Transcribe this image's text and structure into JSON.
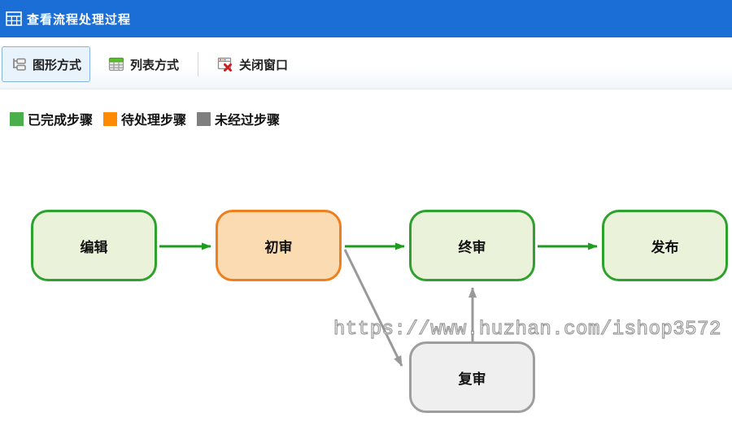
{
  "window": {
    "title": "查看流程处理过程"
  },
  "toolbar": {
    "buttons": [
      {
        "label": "图形方式",
        "icon": "graphic-view-icon",
        "active": true
      },
      {
        "label": "列表方式",
        "icon": "list-view-icon",
        "active": false
      },
      {
        "label": "关闭窗口",
        "icon": "close-window-icon",
        "active": false
      }
    ]
  },
  "legend": {
    "items": [
      {
        "label": "已完成步骤",
        "color": "#4bae4c"
      },
      {
        "label": "待处理步骤",
        "color": "#ff8a00"
      },
      {
        "label": "未经过步骤",
        "color": "#7f7f7f"
      }
    ]
  },
  "flowchart": {
    "nodes": [
      {
        "id": "edit",
        "label": "编辑",
        "status": "completed"
      },
      {
        "id": "first-review",
        "label": "初审",
        "status": "pending"
      },
      {
        "id": "final-review",
        "label": "终审",
        "status": "completed"
      },
      {
        "id": "publish",
        "label": "发布",
        "status": "completed"
      },
      {
        "id": "re-review",
        "label": "复审",
        "status": "not-passed"
      }
    ],
    "edges": [
      {
        "from": "edit",
        "to": "first-review",
        "color": "green"
      },
      {
        "from": "first-review",
        "to": "final-review",
        "color": "green"
      },
      {
        "from": "final-review",
        "to": "publish",
        "color": "green"
      },
      {
        "from": "first-review",
        "to": "re-review",
        "color": "gray"
      },
      {
        "from": "re-review",
        "to": "final-review",
        "color": "gray"
      }
    ],
    "colors": {
      "completed_fill": "#eaf2da",
      "completed_border": "#2fa12f",
      "pending_fill": "#fbdcb2",
      "pending_border": "#ee7e1e",
      "not_passed_fill": "#efefef",
      "not_passed_border": "#9e9e9e",
      "arrow_green": "#1f9c1f",
      "arrow_gray": "#999999",
      "titlebar_blue": "#1b6ed6"
    }
  },
  "watermark": {
    "text": "https://www.huzhan.com/ishop3572"
  }
}
